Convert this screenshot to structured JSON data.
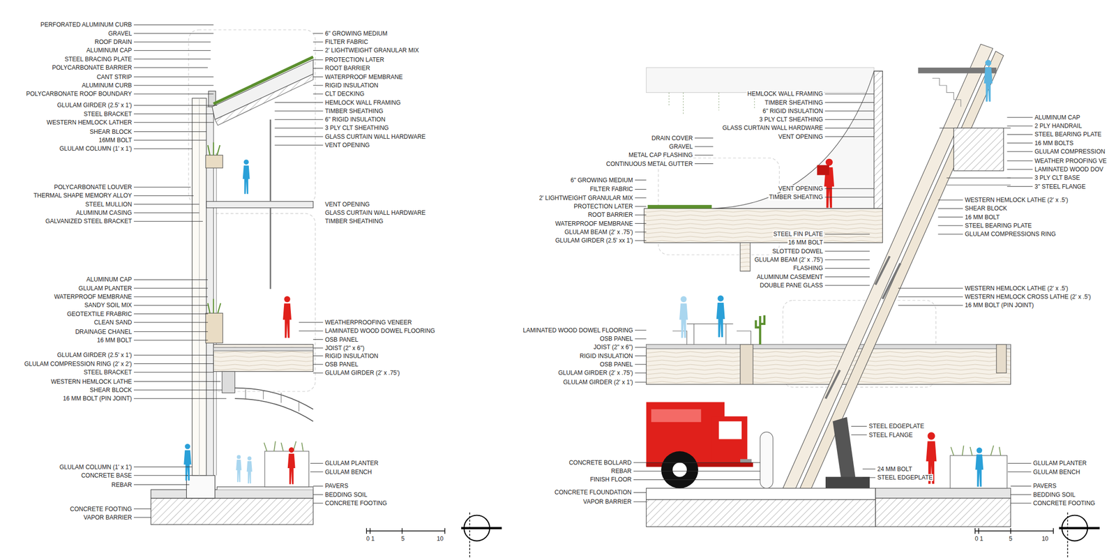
{
  "diagram": {
    "labels": [
      "PERFORATED ALUMINUM CURB",
      "GRAVEL",
      "ROOF DRAIN",
      "ALUMINUM CAP",
      "STEEL BRACING PLATE",
      "POLYCARBONATE BARRIER",
      "CANT STRIP",
      "ALUMINUM CURB",
      "POLYCARBONATE ROOF BOUNDARY",
      "GLULAM GIRDER (2.5' x 1')",
      "STEEL BRACKET",
      "WESTERN HEMLOCK LATHER",
      "SHEAR BLOCK",
      "16MM BOLT",
      "GLULAM COLUMN (1' x 1')",
      "POLYCARBONATE LOUVER",
      "THERMAL SHAPE MEMORY ALLOY",
      "STEEL MULLION",
      "ALUMINUM CASING",
      "GALVANIZED STEEL BRACKET",
      "ALUMINUM CAP",
      "GLULAM PLANTER",
      "WATERPROOF MEMBRANE",
      "SANDY SOIL MIX",
      "GEOTEXTILE FRABRIC",
      "CLEAN SAND",
      "DRAINAGE CHANEL",
      "16 MM BOLT",
      "GLULAM GIRDER (2.5'  x  1')",
      "GLULAM COMPRESSION RING (2' x 2')",
      "STEEL BRACKET",
      "WESTERN HEMLOCK LATHE",
      "SHEAR BLOCK",
      "16 MM BOLT (PIN JOINT)",
      "GLULAM COLUMN (1' x 1')",
      "CONCRETE BASE",
      "REBAR",
      "CONCRETE FOOTING",
      "VAPOR BARRIER",
      "6\" GROWING MEDIUM",
      "FILTER FABRIC",
      "2' LIGHTWEIGHT GRANULAR MIX",
      "PROTECTION LATER",
      "ROOT BARRIER",
      "WATERPROOF MEMBRANE",
      "RIGID INSULATION",
      "CLT DECKING",
      "HEMLOCK WALL FRAMING",
      "TIMBER SHEATHING",
      "6\" RIGID INSULATION",
      "3 PLY CLT SHEATHING",
      "GLASS CURTAIN WALL HARDWARE",
      "VENT OPENING",
      "VENT OPENING",
      "GLASS CURTAIN WALL HARDWARE",
      "TIMBER SHEATHING",
      "WEATHERPROOFING VENEER",
      "LAMINATED WOOD DOWEL FLOORING",
      "OSB PANEL",
      "JOIST (2\" x 6\")",
      "RIGID INSULATION",
      "OSB PANEL",
      "GLULAM GIRDER (2' x .75')",
      "GLULAM PLANTER",
      "GLULAM BENCH",
      "PAVERS",
      "BEDDING SOIL",
      "CONCRETE FOOTING",
      "0 1",
      "5",
      "10",
      "HEMLOCK WALL FRAMING",
      "TIMBER SHEATHING",
      "6\" RIGID INSULATION",
      "3 PLY CLT SHEATHING",
      "GLASS CURTAIN WALL HARDWARE",
      "VENT OPENING",
      "DRAIN COVER",
      "GRAVEL",
      "METAL CAP FLASHING",
      "CONTINUOUS METAL GUTTER",
      "6\" GROWING MEDIUM",
      "FILTER FABRIC",
      "2' LIGHTWEIGHT GRANULAR MIX",
      "PROTECTION LATER",
      "ROOT BARRIER",
      "WATERPROOF MEMBRANE",
      "GLULAM BEAM (2' x .75')",
      "GLULAM GIRDER (2.5' xx 1')",
      "VENT OPENING",
      "TIMBER SHEATING",
      "STEEL FIN PLATE",
      "16 MM BOLT",
      "SLOTTED DOWEL",
      "GLULAM BEAM (2' x .75')",
      "FLASHING",
      "ALUMINUM CASEMENT",
      "DOUBLE PANE GLASS",
      "LAMINATED WOOD DOWEL FLOORING",
      "OSB PANEL",
      "JOIST (2\" x 6\")",
      "RIGID INSULATION",
      "OSB PANEL",
      "GLULAM GIRDER (2' x .75')",
      "GLULAM GIRDER (2' x 1')",
      "CONCRETE BOLLARD",
      "REBAR",
      "FINISH FLOOR",
      "CONCRETE FLOUNDATION",
      "VAPOR BARRIER",
      "ALUMINUM CAP",
      "2 PLY HANDRAIL",
      "STEEL BEARING PLATE",
      "16 MM BOLTS",
      "GLULAM COMPRESSION",
      "WEATHER PROOFING VE",
      "LAMINATED WOOD DOV",
      "3 PLY CLT BASE",
      "3\" STEEL FLANGE",
      "WESTERN HEMLOCK LATHE (2' x .5')",
      "SHEAR BLOCK",
      "16 MM BOLT",
      "STEEL BEARING PLATE",
      "GLULAM COMPRESSIONS RING",
      "WESTERN HEMLOCK LATHE (2' x .5')",
      "WESTERN HEMLOCK CROSS LATHE (2' x .5')",
      "16 MM BOLT (PIN JOINT)",
      "STEEL EDGEPLATE",
      "STEEL FLANGE",
      "24 MM BOLT",
      "STEEL EDGEPLATE",
      "GLULAM PLANTER",
      "GLULAM BENCH",
      "PAVERS",
      "BEDDING SOIL",
      "CONCRETE FOOTING",
      "0 1",
      "5",
      "10"
    ]
  }
}
